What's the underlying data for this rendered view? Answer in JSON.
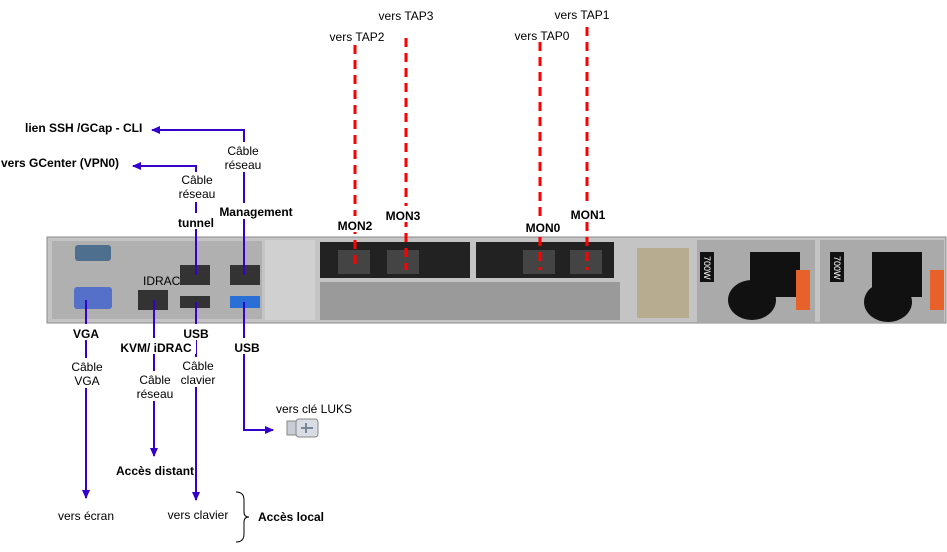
{
  "labels": {
    "ssh": "lien SSH /GCap - CLI",
    "gcenter": "vers GCenter (VPN0)",
    "mgmt_cable_1": "Câble",
    "mgmt_cable_2": "réseau",
    "management": "Management",
    "tunnel_cable_1": "Câble",
    "tunnel_cable_2": "réseau",
    "tunnel": "tunnel",
    "vga": "VGA",
    "vga_cable_1": "Câble",
    "vga_cable_2": "VGA",
    "kvm": "KVM/ iDRAC",
    "kvm_cable_1": "Câble",
    "kvm_cable_2": "réseau",
    "usb1": "USB",
    "usb1_cable_1": "Câble",
    "usb1_cable_2": "clavier",
    "usb2": "USB",
    "luks": "vers clé LUKS",
    "remote": "Accès distant",
    "screen": "vers écran",
    "keyboard": "vers clavier",
    "local": "Accès local",
    "tap2": "vers TAP2",
    "tap3": "vers TAP3",
    "tap0": "vers TAP0",
    "tap1": "vers TAP1",
    "mon2": "MON2",
    "mon3": "MON3",
    "mon0": "MON0",
    "mon1": "MON1",
    "idrac_port": "IDRAC",
    "psu1": "700W",
    "psu2": "700W"
  },
  "colors": {
    "arrow": "#3300cc",
    "tap": "#ff0000",
    "chassis": "#b8b8b8"
  }
}
